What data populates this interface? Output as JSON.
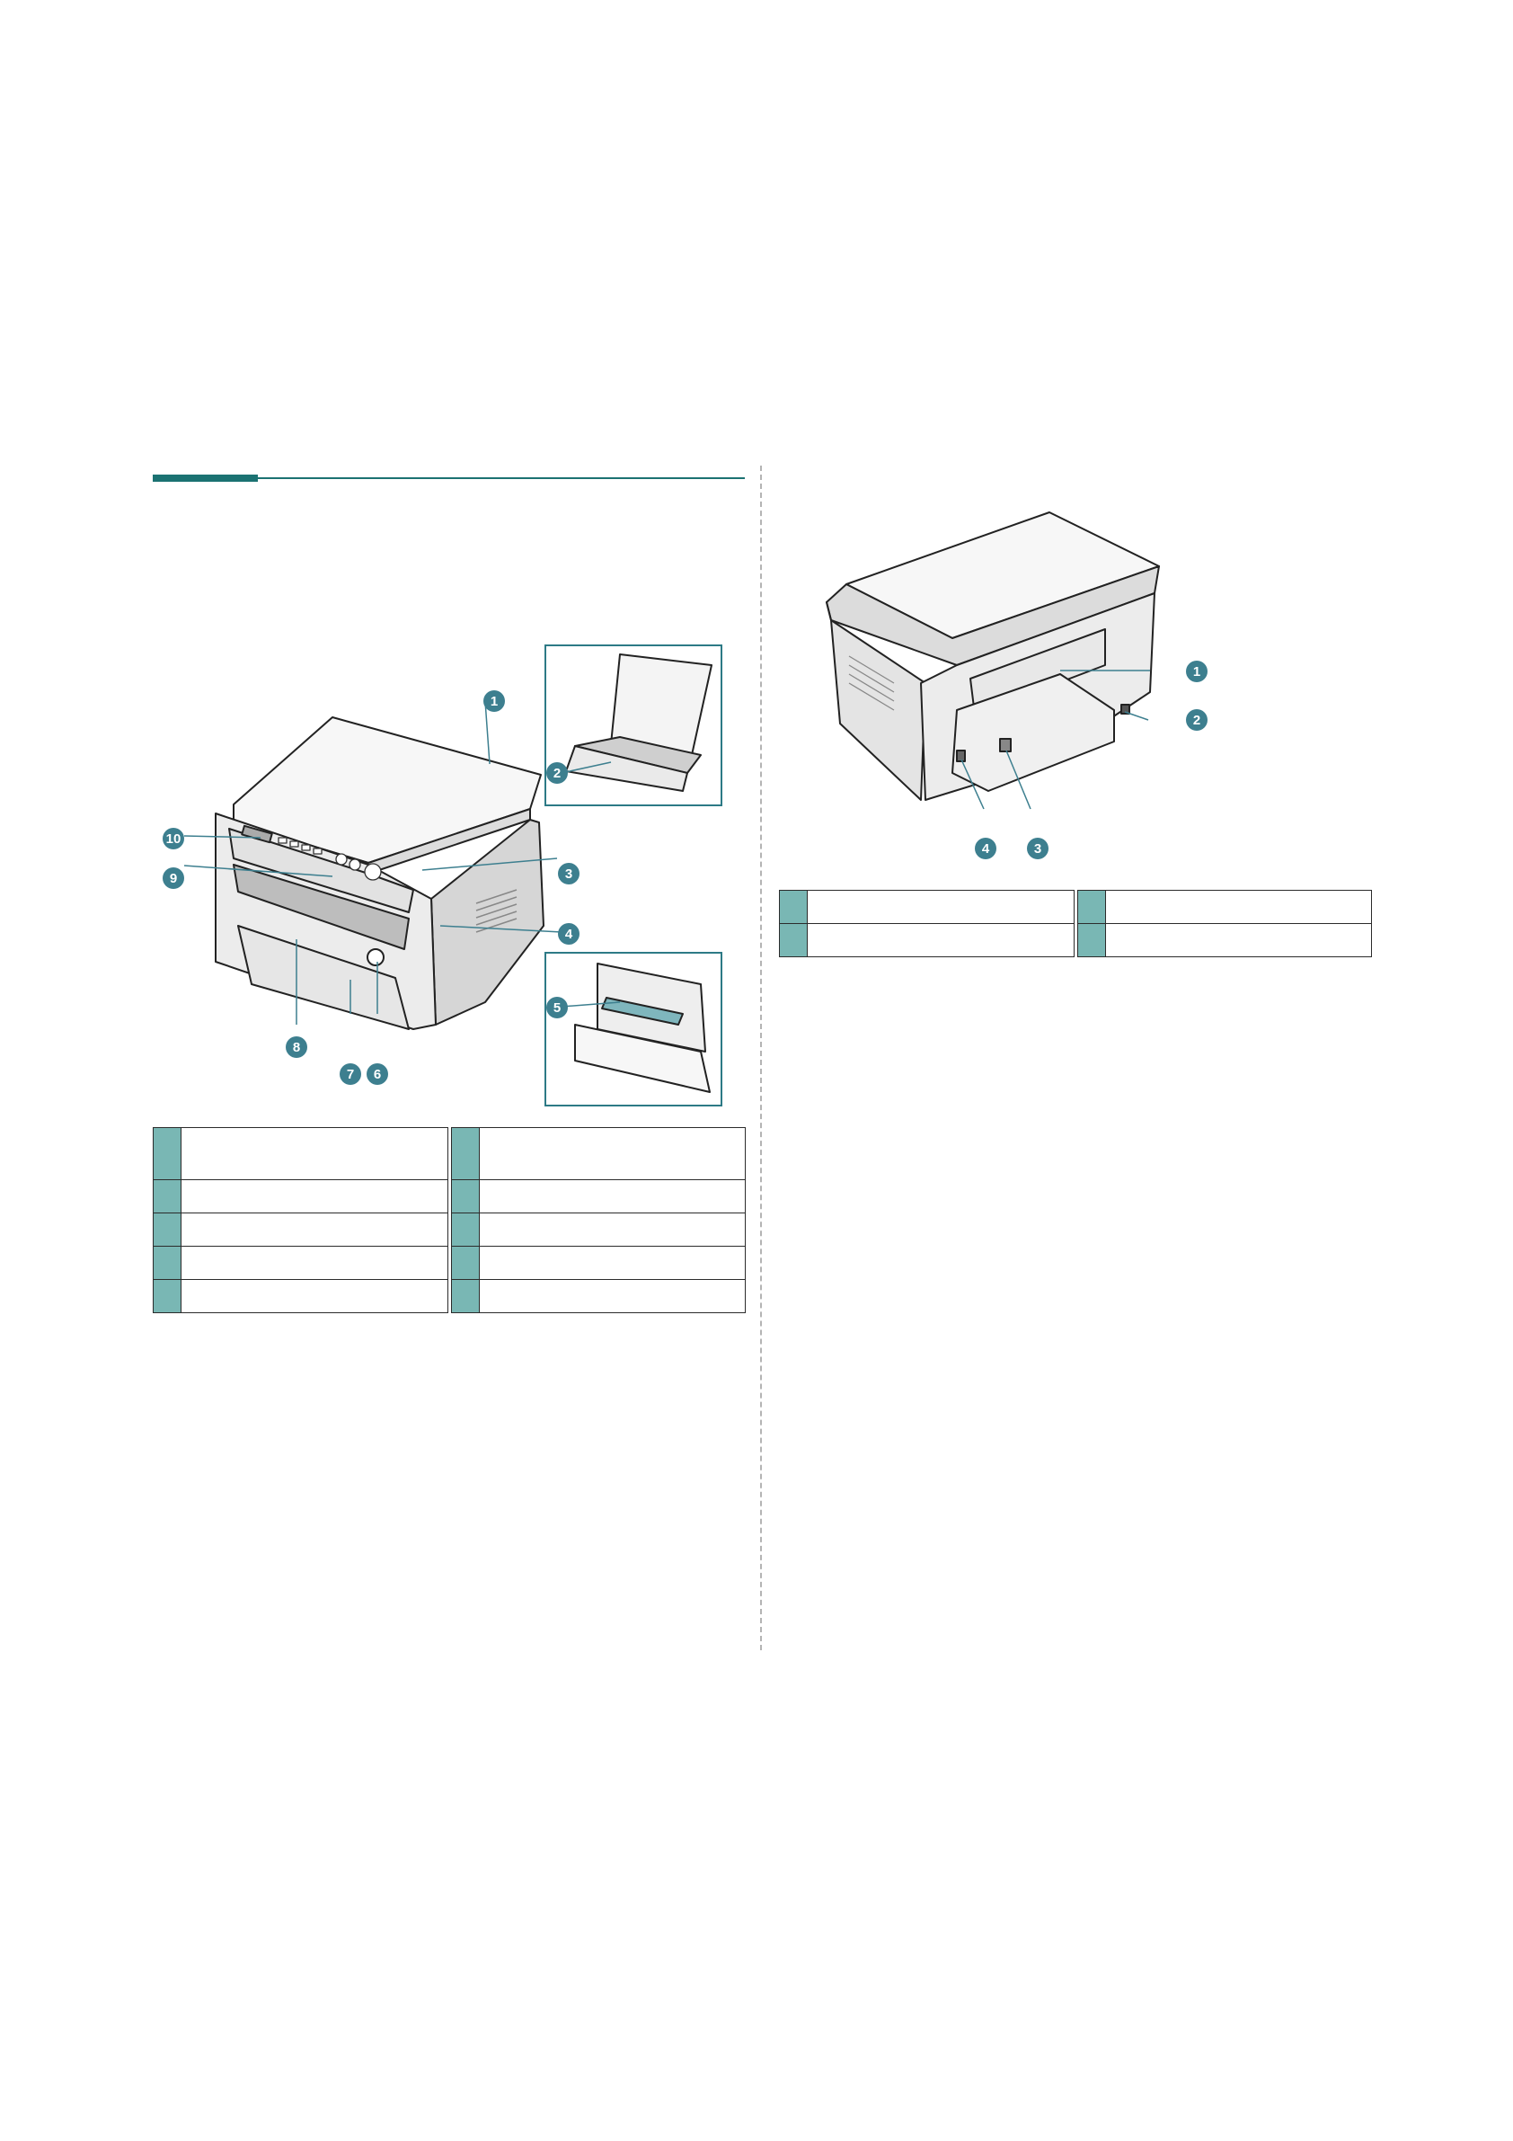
{
  "page": {
    "left_section": {
      "figure": {
        "name": "printer-front-view",
        "callouts": [
          "1",
          "2",
          "3",
          "4",
          "5",
          "6",
          "7",
          "8",
          "9",
          "10"
        ]
      },
      "legend": {
        "rows": [
          {
            "n1": "",
            "t1": "",
            "n2": "",
            "t2": ""
          },
          {
            "n1": "",
            "t1": "",
            "n2": "",
            "t2": ""
          },
          {
            "n1": "",
            "t1": "",
            "n2": "",
            "t2": ""
          },
          {
            "n1": "",
            "t1": "",
            "n2": "",
            "t2": ""
          },
          {
            "n1": "",
            "t1": "",
            "n2": "",
            "t2": ""
          }
        ]
      }
    },
    "right_section": {
      "figure": {
        "name": "printer-rear-view",
        "callouts": [
          "1",
          "2",
          "3",
          "4"
        ]
      },
      "legend": {
        "rows": [
          {
            "n1": "",
            "t1": "",
            "n2": "",
            "t2": ""
          },
          {
            "n1": "",
            "t1": "",
            "n2": "",
            "t2": ""
          }
        ]
      }
    },
    "colors": {
      "accent": "#1b7272",
      "legend_number_cell": "#79b7b4",
      "callout_badge": "#3d7f8f",
      "divider": "#b4b4b4"
    }
  }
}
